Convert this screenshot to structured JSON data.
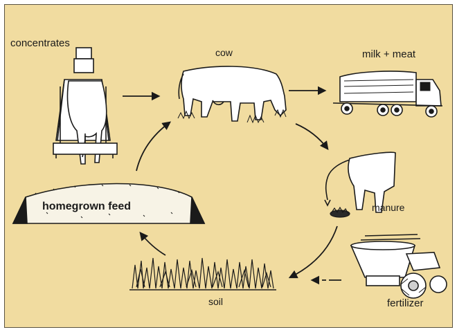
{
  "labels": {
    "concentrates": "concentrates",
    "cow": "cow",
    "milk_meat": "milk + meat",
    "manure": "manure",
    "fertilizer": "fertilizer",
    "soil": "soil",
    "homegrown_feed": "homegrown feed"
  },
  "colors": {
    "background": "#f1dca0",
    "ink": "#1a1a1a",
    "animal_fill": "#ffffff",
    "feed_fill": "#f7f3e6"
  },
  "icons": [
    "feeder-cow-icon",
    "cow-icon",
    "milk-tanker-icon",
    "cow-rear-icon",
    "manure-pile-icon",
    "fertilizer-spreader-icon",
    "grass-icon",
    "silage-heap-icon"
  ]
}
